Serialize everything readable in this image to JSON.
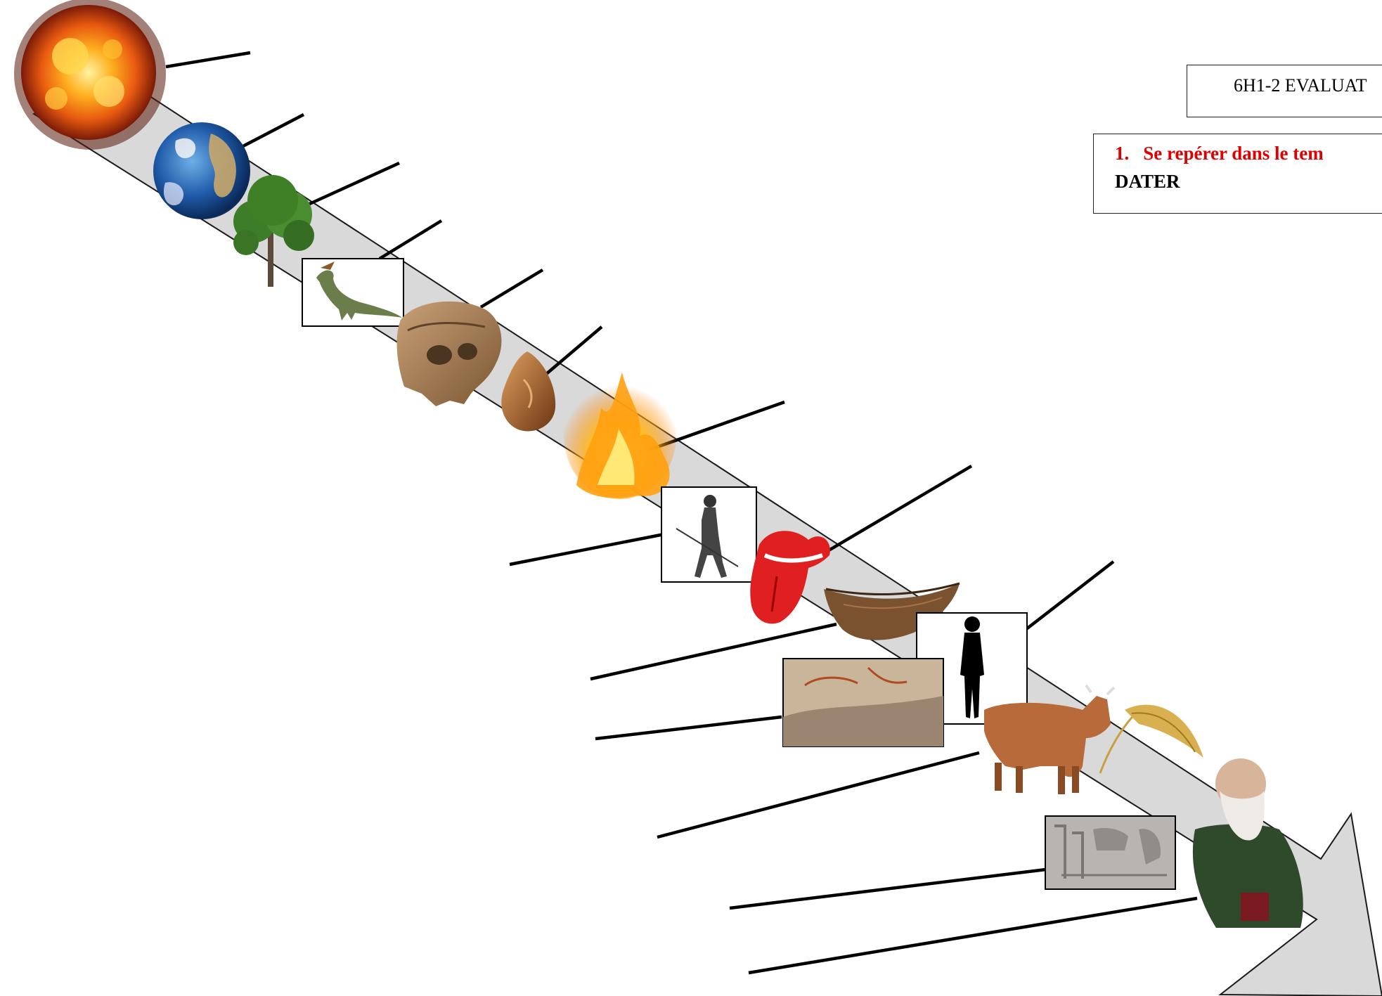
{
  "header": {
    "title": "6H1-2 EVALUAT",
    "question_number": "1.",
    "question_text": "Se repérer dans le tem",
    "skill": "DATER"
  },
  "timeline": {
    "arrow_color": "#d9d9d9",
    "events": [
      {
        "icon": "sun-explosion-icon"
      },
      {
        "icon": "earth-icon"
      },
      {
        "icon": "tree-icon"
      },
      {
        "icon": "dinosaur-icon"
      },
      {
        "icon": "skull-icon"
      },
      {
        "icon": "stone-tool-icon"
      },
      {
        "icon": "fire-icon"
      },
      {
        "icon": "prehistoric-hunter-icon"
      },
      {
        "icon": "rolling-stones-tongue-icon"
      },
      {
        "icon": "dugout-boat-icon"
      },
      {
        "icon": "human-silhouette-icon"
      },
      {
        "icon": "cave-painting-icon"
      },
      {
        "icon": "cow-icon"
      },
      {
        "icon": "wheat-icon"
      },
      {
        "icon": "hieroglyphs-icon"
      },
      {
        "icon": "darwin-portrait-icon"
      }
    ]
  }
}
